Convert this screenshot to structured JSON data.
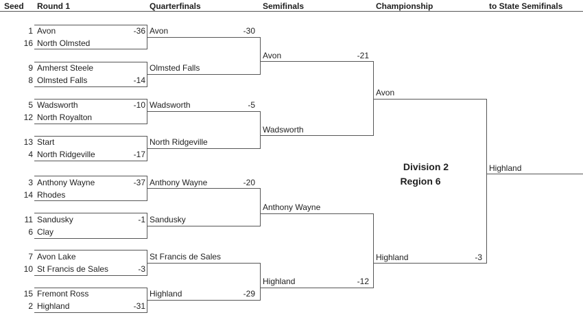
{
  "headers": {
    "seed": "Seed",
    "round1": "Round 1",
    "quarterfinals": "Quarterfinals",
    "semifinals": "Semifinals",
    "championship": "Championship",
    "advance": "to State Semifinals"
  },
  "bracket_title": {
    "line1": "Division 2",
    "line2": "Region 6"
  },
  "round1": [
    {
      "top": {
        "seed": "1",
        "team": "Avon",
        "score": "-36"
      },
      "bottom": {
        "seed": "16",
        "team": "North Olmsted",
        "score": ""
      }
    },
    {
      "top": {
        "seed": "9",
        "team": "Amherst Steele",
        "score": ""
      },
      "bottom": {
        "seed": "8",
        "team": "Olmsted Falls",
        "score": "-14"
      }
    },
    {
      "top": {
        "seed": "5",
        "team": "Wadsworth",
        "score": "-10"
      },
      "bottom": {
        "seed": "12",
        "team": "North Royalton",
        "score": ""
      }
    },
    {
      "top": {
        "seed": "13",
        "team": "Start",
        "score": ""
      },
      "bottom": {
        "seed": "4",
        "team": "North Ridgeville",
        "score": "-17"
      }
    },
    {
      "top": {
        "seed": "3",
        "team": "Anthony Wayne",
        "score": "-37"
      },
      "bottom": {
        "seed": "14",
        "team": "Rhodes",
        "score": ""
      }
    },
    {
      "top": {
        "seed": "11",
        "team": "Sandusky",
        "score": "-1"
      },
      "bottom": {
        "seed": "6",
        "team": "Clay",
        "score": ""
      }
    },
    {
      "top": {
        "seed": "7",
        "team": "Avon Lake",
        "score": ""
      },
      "bottom": {
        "seed": "10",
        "team": "St Francis de Sales",
        "score": "-3"
      }
    },
    {
      "top": {
        "seed": "15",
        "team": "Fremont Ross",
        "score": ""
      },
      "bottom": {
        "seed": "2",
        "team": "Highland",
        "score": "-31"
      }
    }
  ],
  "quarterfinals": [
    {
      "team": "Avon",
      "score": "-30"
    },
    {
      "team": "Olmsted Falls",
      "score": ""
    },
    {
      "team": "Wadsworth",
      "score": "-5"
    },
    {
      "team": "North Ridgeville",
      "score": ""
    },
    {
      "team": "Anthony Wayne",
      "score": "-20"
    },
    {
      "team": "Sandusky",
      "score": ""
    },
    {
      "team": "St Francis de Sales",
      "score": ""
    },
    {
      "team": "Highland",
      "score": "-29"
    }
  ],
  "semifinals": [
    {
      "team": "Avon",
      "score": "-21"
    },
    {
      "team": "Wadsworth",
      "score": ""
    },
    {
      "team": "Anthony Wayne",
      "score": ""
    },
    {
      "team": "Highland",
      "score": "-12"
    }
  ],
  "championship": [
    {
      "team": "Avon",
      "score": ""
    },
    {
      "team": "Highland",
      "score": "-3"
    }
  ],
  "advance": {
    "team": "Highland"
  },
  "colors": {
    "line": "#555555",
    "text": "#1e1e1e",
    "background": "#ffffff"
  }
}
